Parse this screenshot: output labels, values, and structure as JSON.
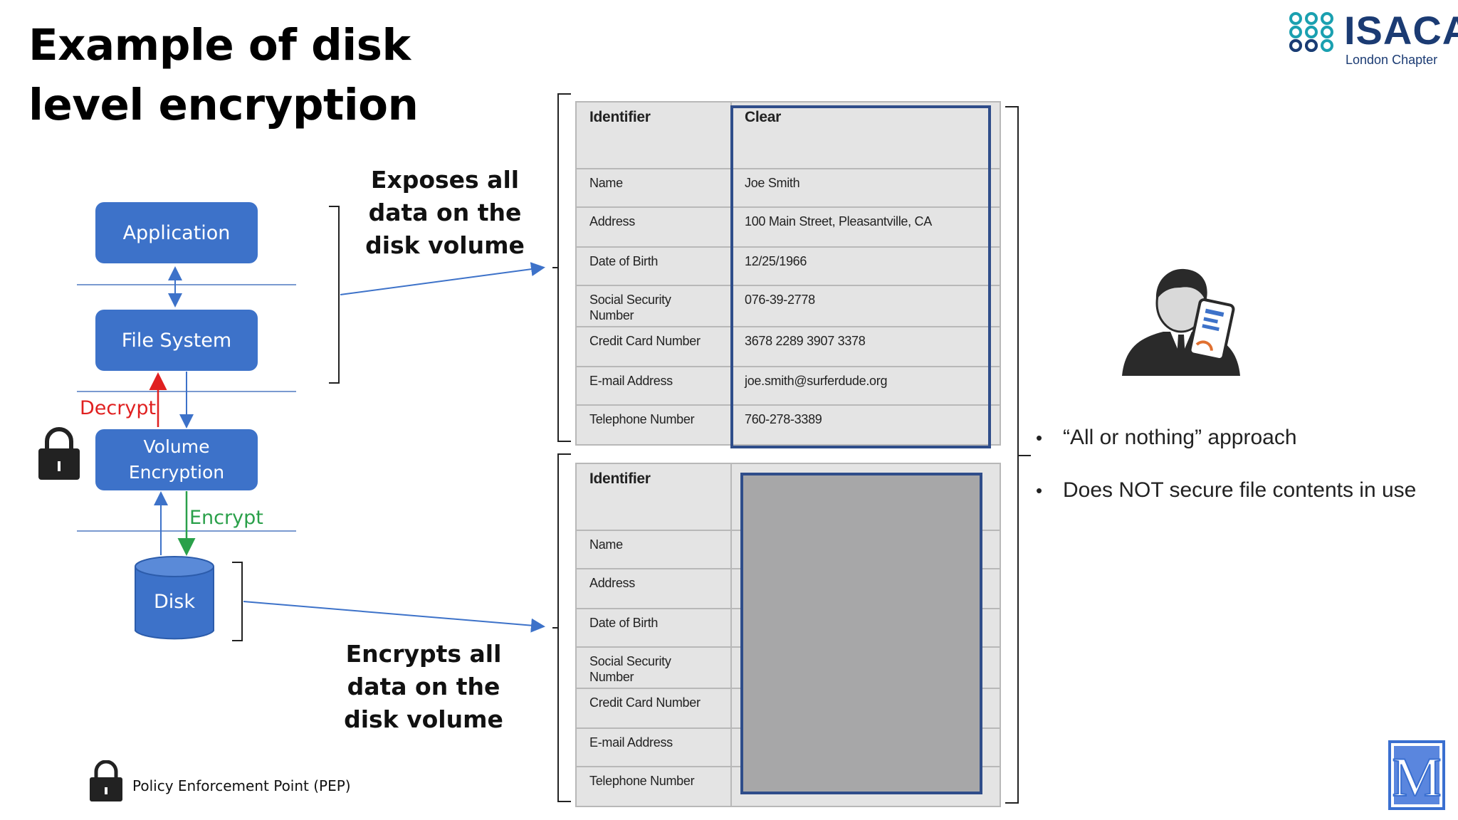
{
  "slide": {
    "title_line1": "Example of disk",
    "title_line2": "level encryption"
  },
  "logo": {
    "name": "ISACA",
    "chapter": "London Chapter",
    "color": "#1b3b73"
  },
  "diagram": {
    "layers": {
      "application": "Application",
      "file_system": "File System",
      "volume_encryption_line1": "Volume",
      "volume_encryption_line2": "Encryption",
      "disk": "Disk"
    },
    "decrypt_label": "Decrypt",
    "encrypt_label": "Encrypt",
    "box_color": "#3d72c9",
    "decrypt_color": "#e02020",
    "encrypt_color": "#2aa04a"
  },
  "callouts": {
    "top": [
      "Exposes all",
      "data on the",
      "disk volume"
    ],
    "bottom": [
      "Encrypts all",
      "data on the",
      "disk volume"
    ]
  },
  "legend": {
    "pep": "Policy Enforcement Point (PEP)",
    "icon": "padlock-icon"
  },
  "clear_table": {
    "header": [
      "Identifier",
      "Clear"
    ],
    "rows": [
      [
        "Name",
        "Joe Smith"
      ],
      [
        "Address",
        "100 Main Street, Pleasantville, CA"
      ],
      [
        "Date of Birth",
        "12/25/1966"
      ],
      [
        "Social Security Number",
        "076-39-2778"
      ],
      [
        "Credit Card Number",
        "3678 2289 3907 3378"
      ],
      [
        "E-mail Address",
        "joe.smith@surferdude.org"
      ],
      [
        "Telephone Number",
        "760-278-3389"
      ]
    ]
  },
  "encrypted_table": {
    "header": [
      "Identifier",
      ""
    ],
    "rows": [
      "Name",
      "Address",
      "Date of Birth",
      "Social Security Number",
      "Credit Card Number",
      "E-mail Address",
      "Telephone Number"
    ]
  },
  "bullets": [
    "“All or nothing” approach",
    "Does NOT secure file contents in use"
  ],
  "badge": {
    "letter": "M",
    "color": "#3a6fd0"
  }
}
